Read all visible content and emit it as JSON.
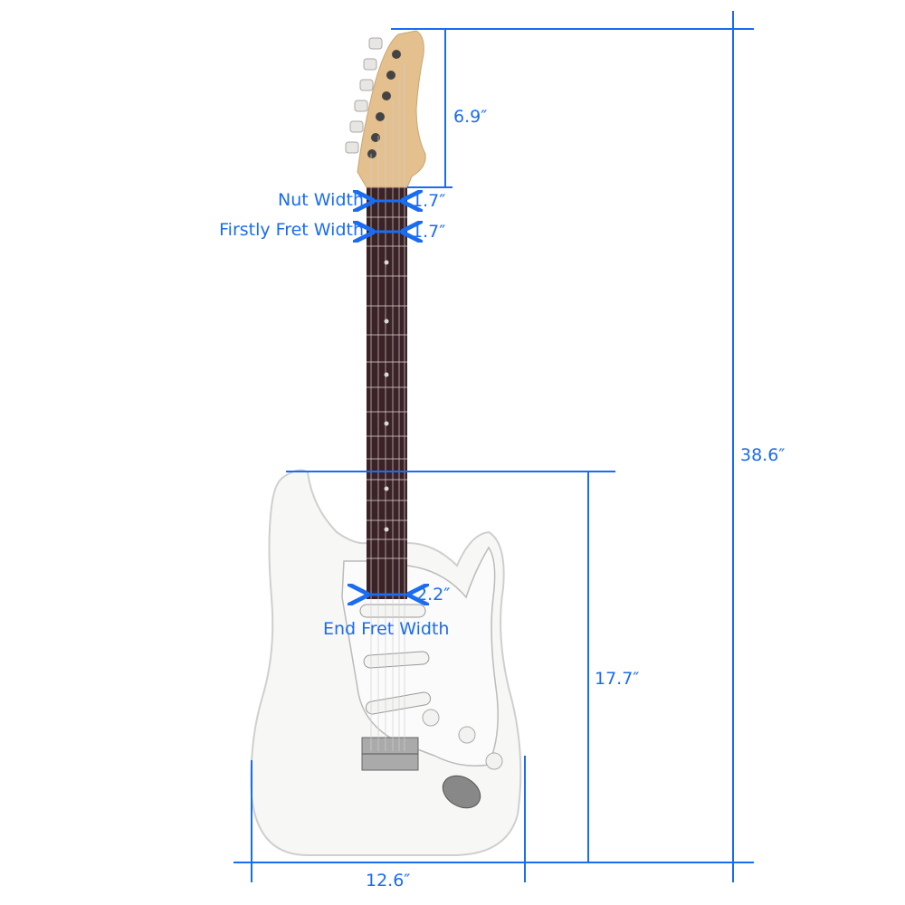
{
  "accent_color": "#1a6cf0",
  "product": "electric-guitar",
  "dimensions": {
    "headstock_length": "6.9″",
    "total_length": "38.6″",
    "body_length": "17.7″",
    "body_width": "12.6″",
    "nut_width_label": "Nut Width",
    "nut_width": "1.7″",
    "first_fret_label": "Firstly Fret Width",
    "first_fret_width": "1.7″",
    "end_fret_label": "End Fret Width",
    "end_fret_width": "2.2″"
  }
}
